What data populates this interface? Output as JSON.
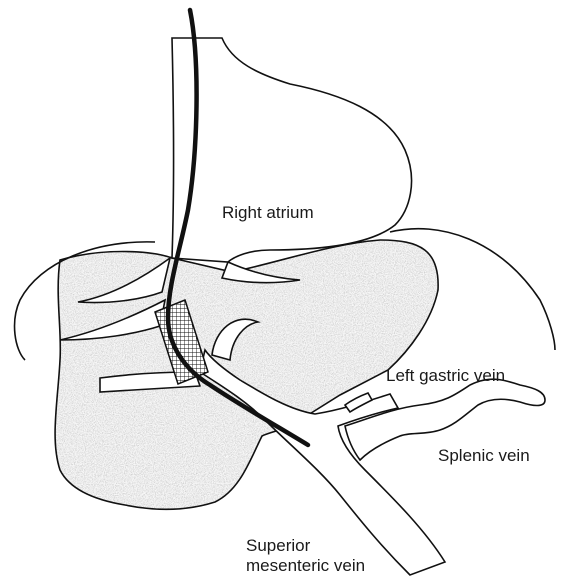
{
  "labels": {
    "right_atrium": "Right atrium",
    "left_gastric_vein": "Left gastric vein",
    "splenic_vein": "Splenic vein",
    "superior_mesenteric_vein_line1": "Superior",
    "superior_mesenteric_vein_line2": "mesenteric vein"
  },
  "colors": {
    "outline": "#111111",
    "liver_fill": "#b4b4b4",
    "background": "#ffffff",
    "catheter": "#111111"
  },
  "icons": {
    "stent": "crosshatched-stent-graft",
    "catheter": "catheter-line"
  }
}
